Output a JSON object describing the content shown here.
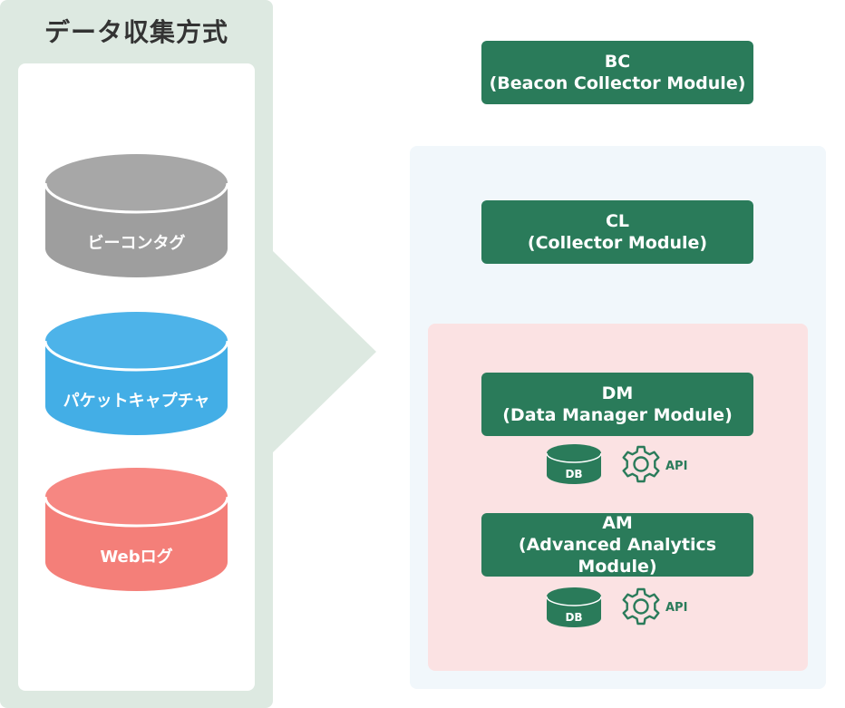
{
  "left_panel": {
    "title": "データ収集方式",
    "items": [
      {
        "label": "ビーコンタグ",
        "color": "#9e9e9e",
        "color_top": "#a7a7a7"
      },
      {
        "label": "パケットキャプチャ",
        "color": "#43aee6",
        "color_top": "#4db3e9"
      },
      {
        "label": "Webログ",
        "color": "#f47f79",
        "color_top": "#f68782"
      }
    ]
  },
  "modules": {
    "bc": {
      "abbr": "BC",
      "name": "(Beacon Collector Module)"
    },
    "cl": {
      "abbr": "CL",
      "name": "(Collector Module)"
    },
    "dm": {
      "abbr": "DM",
      "name": "(Data Manager Module)"
    },
    "am": {
      "abbr": "AM",
      "name": "(Advanced Analytics Module)"
    }
  },
  "dm_resources": {
    "db_label": "DB",
    "api_label": "API"
  },
  "am_resources": {
    "db_label": "DB",
    "api_label": "API"
  },
  "colors": {
    "module_green": "#2a7b5a",
    "left_bg": "#dde9e1",
    "right_bg": "#f1f7fb",
    "pink_bg": "#fbe2e3"
  }
}
